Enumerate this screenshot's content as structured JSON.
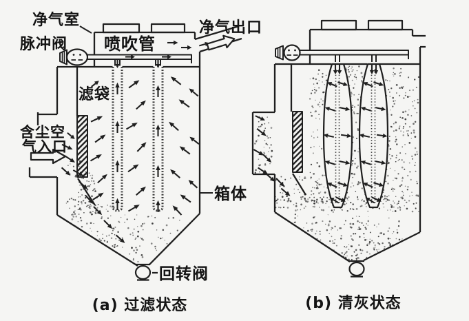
{
  "page": {
    "background": "#f5f5f3",
    "ink": "#1f1f1f",
    "description_labels_present": true
  },
  "diagram": {
    "labels": {
      "clean_air_chamber": "净气室",
      "pulse_valve": "脉冲阀",
      "blow_pipe": "喷吹管",
      "clean_air_outlet": "净气出口",
      "filter_bag": "滤袋",
      "dusty_air_inlet_line1": "含尘空",
      "dusty_air_inlet_line2": "气入口",
      "casing": "箱体",
      "rotary_valve": "回转阀"
    },
    "captions": {
      "a": "(a) 过滤状态",
      "b": "(b) 清灰状态"
    },
    "icons": {
      "inlet_arrow": "hollow-right-arrow-icon",
      "outlet_arrow": "hollow-up-right-arrow-icon",
      "flow_arrows": "small-flow-arrow-icon",
      "dust": "dust-speckle"
    }
  }
}
